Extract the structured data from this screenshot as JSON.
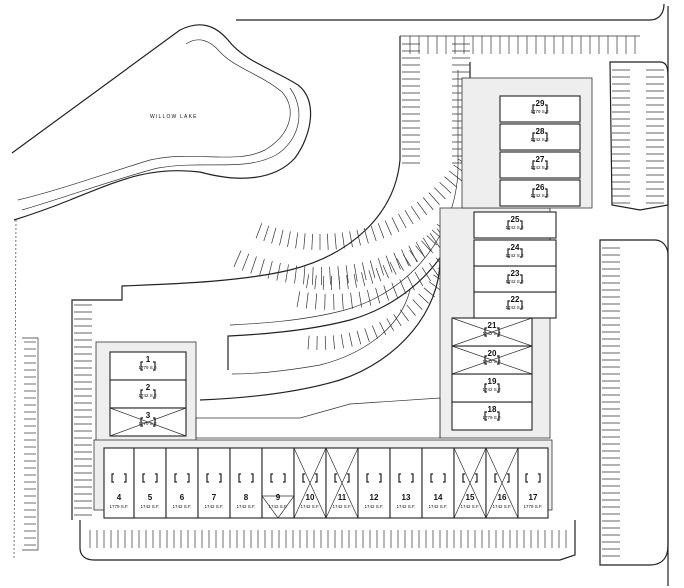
{
  "site": {
    "lake_label": "WILLOW LAKE"
  },
  "units": [
    {
      "id": "1",
      "sf": "1779 S.F."
    },
    {
      "id": "2",
      "sf": "1742 S.F."
    },
    {
      "id": "3",
      "sf": "1779 S.F."
    },
    {
      "id": "4",
      "sf": "1779 S.F."
    },
    {
      "id": "5",
      "sf": "1742 S.F."
    },
    {
      "id": "6",
      "sf": "1742 S.F."
    },
    {
      "id": "7",
      "sf": "1742 S.F."
    },
    {
      "id": "8",
      "sf": "1742 S.F."
    },
    {
      "id": "9",
      "sf": "1742 S.F."
    },
    {
      "id": "10",
      "sf": "1742 S.F."
    },
    {
      "id": "11",
      "sf": "1742 S.F."
    },
    {
      "id": "12",
      "sf": "1742 S.F."
    },
    {
      "id": "13",
      "sf": "1742 S.F."
    },
    {
      "id": "14",
      "sf": "1742 S.F."
    },
    {
      "id": "15",
      "sf": "1742 S.F."
    },
    {
      "id": "16",
      "sf": "1742 S.F."
    },
    {
      "id": "17",
      "sf": "1779 S.F."
    },
    {
      "id": "18",
      "sf": "1779 S.F."
    },
    {
      "id": "19",
      "sf": "1742 S.F."
    },
    {
      "id": "20",
      "sf": "1742 S.F."
    },
    {
      "id": "21",
      "sf": "1742 S.F."
    },
    {
      "id": "22",
      "sf": "1742 S.F."
    },
    {
      "id": "23",
      "sf": "1742 S.F."
    },
    {
      "id": "24",
      "sf": "1742 S.F."
    },
    {
      "id": "25",
      "sf": "1742 S.F."
    },
    {
      "id": "26",
      "sf": "1742 S.F."
    },
    {
      "id": "27",
      "sf": "1742 S.F."
    },
    {
      "id": "28",
      "sf": "1742 S.F."
    },
    {
      "id": "29",
      "sf": "1779 S.F."
    }
  ]
}
